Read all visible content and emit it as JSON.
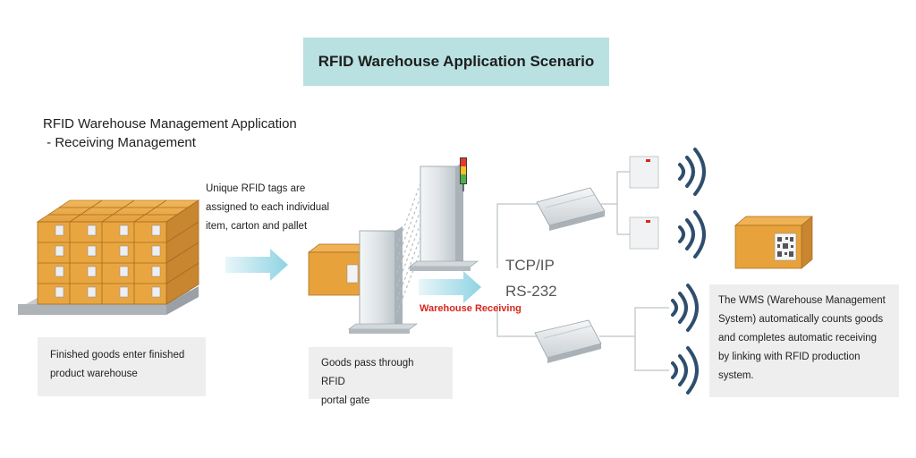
{
  "title": "RFID Warehouse Application Scenario",
  "heading": {
    "line1": "RFID Warehouse Management Application",
    "line2": " - Receiving Management"
  },
  "tag_note": {
    "line1": "Unique RFID tags are",
    "line2": "assigned to each individual",
    "line3": "item, carton and pallet"
  },
  "captions": {
    "step1": {
      "line1": "Finished goods enter finished",
      "line2": "product warehouse"
    },
    "step2": {
      "line1": "Goods pass through RFID",
      "line2": "portal gate"
    },
    "step3": {
      "line1": "The WMS (Warehouse Management",
      "line2": "System) automatically counts goods",
      "line3": "and completes automatic receiving",
      "line4": "by linking with RFID production",
      "line5": "system."
    }
  },
  "connection": {
    "tcp": "TCP/IP",
    "serial": "RS-232"
  },
  "gate_label": "Warehouse Receiving",
  "colors": {
    "title_bg": "#b9e1e1",
    "caption_bg": "#eeeeee",
    "box": "#e8a23c",
    "arrow": "#9fd9e6",
    "signal": "#2f4e6e",
    "gate_label": "#d8261c"
  }
}
